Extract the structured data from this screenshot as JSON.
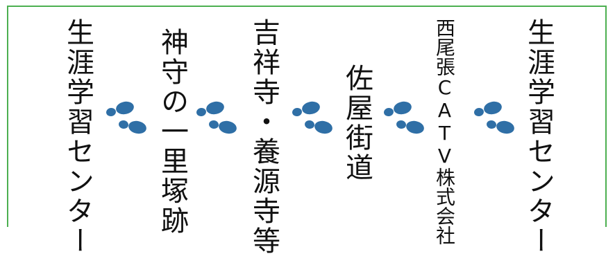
{
  "route": {
    "stops": [
      {
        "label": "生涯学習センター"
      },
      {
        "label": "神守の一里塚跡"
      },
      {
        "label": "吉祥寺・養源寺等"
      },
      {
        "label": "佐屋街道"
      },
      {
        "label": "西尾張CATV株式会社"
      },
      {
        "label": "生涯学習センター"
      }
    ],
    "footsteps_icon": "footsteps-icon",
    "colors": {
      "border": "#4caf50",
      "footsteps": "#2f6fa6",
      "text": "#111111"
    }
  }
}
